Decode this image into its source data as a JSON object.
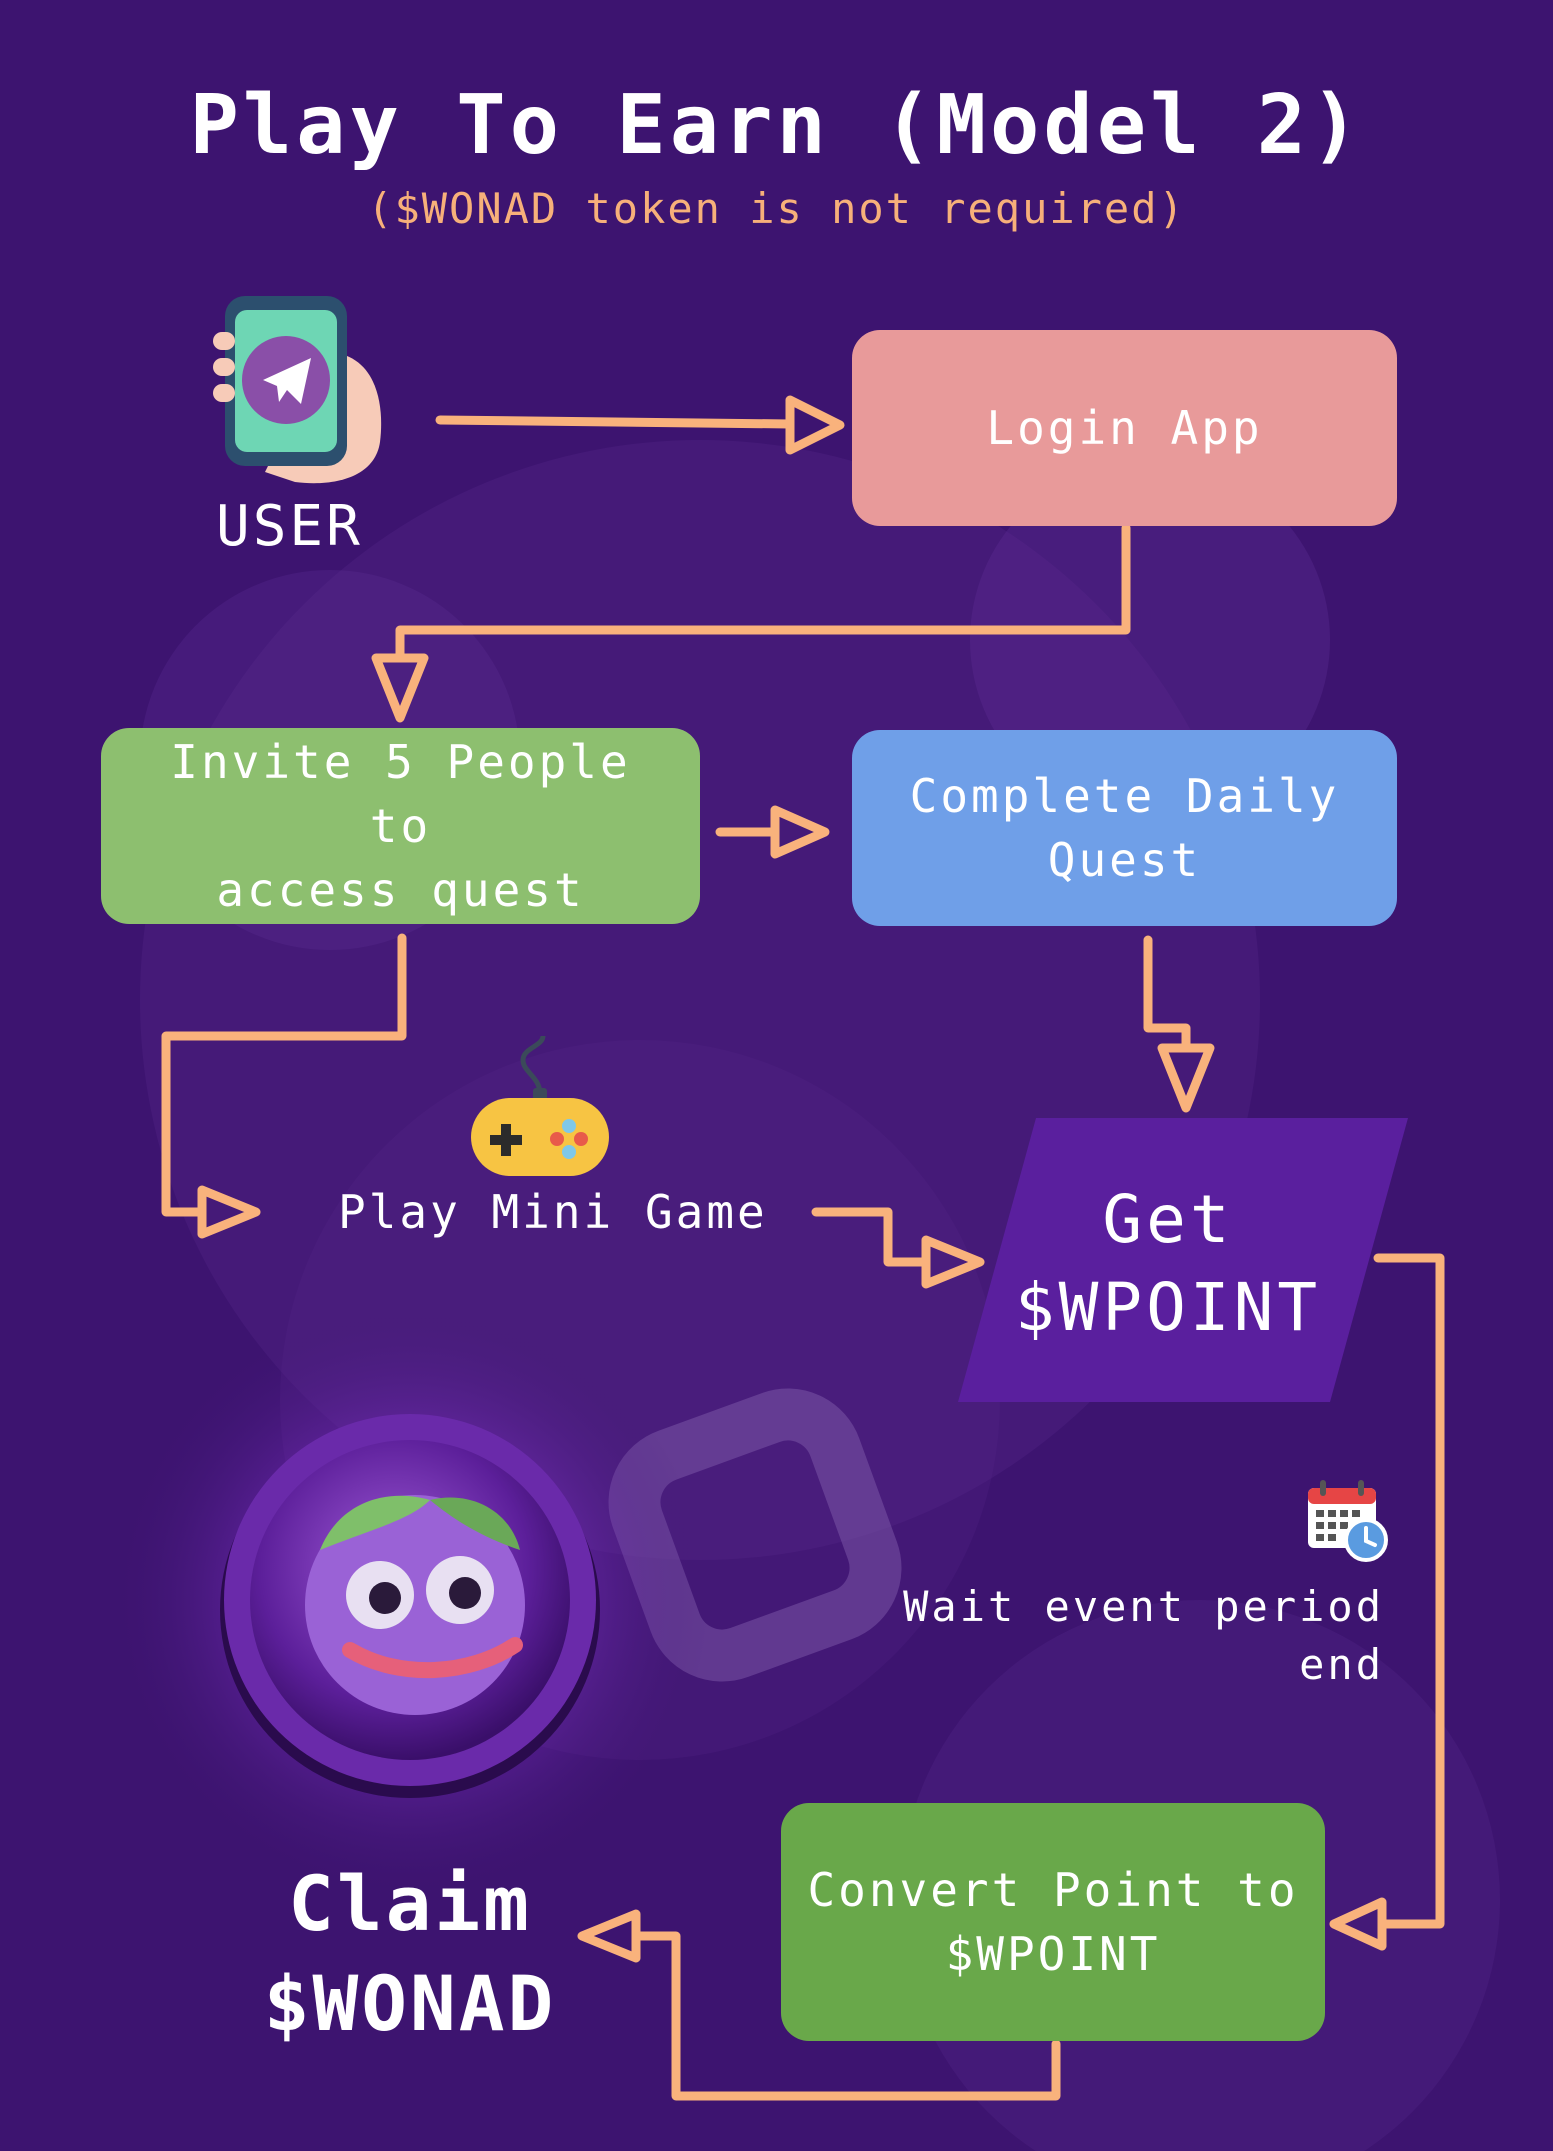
{
  "header": {
    "title": "Play To Earn (Model 2)",
    "subtitle": "($WONAD token is not required)"
  },
  "nodes": {
    "user": "USER",
    "login": "Login App",
    "invite": [
      "Invite 5 People to",
      "access quest"
    ],
    "daily": [
      "Complete Daily",
      "Quest"
    ],
    "play": "Play Mini Game",
    "get": [
      "Get",
      "$WPOINT"
    ],
    "wait": [
      "Wait event period",
      "end"
    ],
    "convert": [
      "Convert Point to",
      "$WPOINT"
    ],
    "claim": [
      "Claim",
      "$WONAD"
    ]
  },
  "icons": {
    "user": "phone-in-hand-telegram-icon",
    "game": "gamepad-icon",
    "calendar": "calendar-clock-icon",
    "coin": "wonad-coin-icon"
  },
  "colors": {
    "background": "#3d1470",
    "arrow": "#f9b27c",
    "login": "#e89a9a",
    "invite": "#8dbf6f",
    "daily": "#6f9fe8",
    "get": "#5a1f9e",
    "convert": "#69a84a",
    "subtitle": "#f7b07a"
  }
}
